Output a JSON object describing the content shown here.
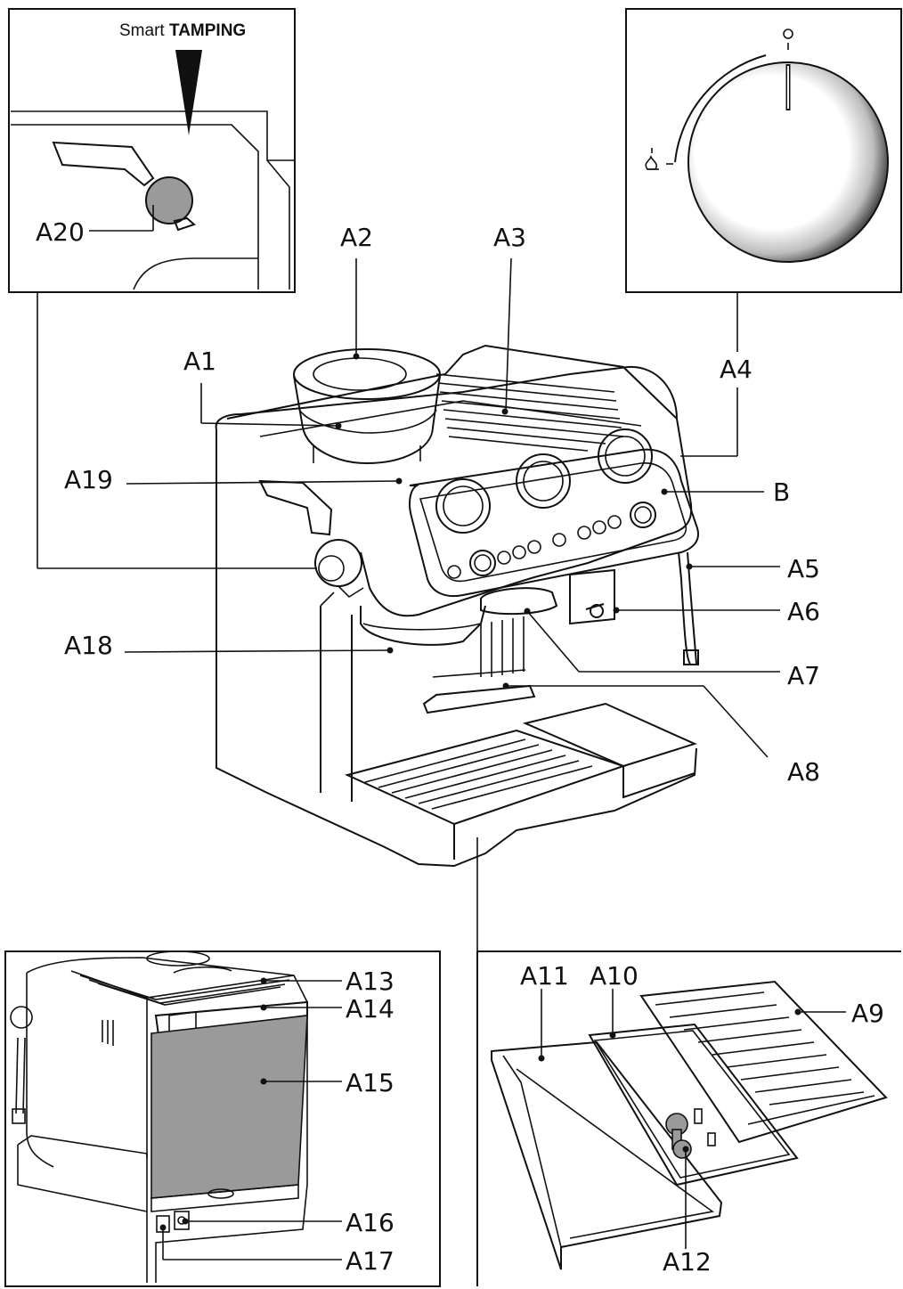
{
  "branding": {
    "smart_word": "Smart",
    "tamping_word": "TAMPING"
  },
  "labels": {
    "a1": "A1",
    "a2": "A2",
    "a3": "A3",
    "a4": "A4",
    "a5": "A5",
    "a6": "A6",
    "a7": "A7",
    "a8": "A8",
    "a9": "A9",
    "a10": "A10",
    "a11": "A11",
    "a12": "A12",
    "a13": "A13",
    "a14": "A14",
    "a15": "A15",
    "a16": "A16",
    "a17": "A17",
    "a18": "A18",
    "a19": "A19",
    "a20": "A20",
    "b": "B"
  },
  "icons": {
    "dial_top_mark": "circle-icon",
    "dial_left_mark": "steam-icon"
  },
  "colors": {
    "line": "#111111",
    "background": "#ffffff",
    "fill_gray": "#9a9a9a"
  }
}
